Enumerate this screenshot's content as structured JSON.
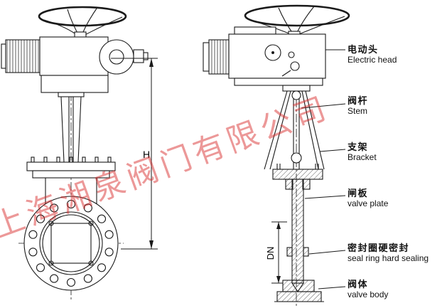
{
  "watermark": "上海湘泉阀门有限公司",
  "dimensions": {
    "height": "H",
    "diameter": "DN"
  },
  "labels": [
    {
      "cn": "电动头",
      "en": "Electric head"
    },
    {
      "cn": "阀杆",
      "en": "Stem"
    },
    {
      "cn": "支架",
      "en": "Bracket"
    },
    {
      "cn": "闸板",
      "en": "valve plate"
    },
    {
      "cn": "密封圈硬密封",
      "en": "seal ring hard sealing"
    },
    {
      "cn": "阀体",
      "en": "valve body"
    }
  ]
}
